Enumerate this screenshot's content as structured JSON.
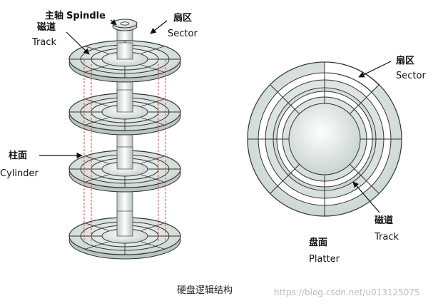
{
  "labels": {
    "spindle_cn": "主轴",
    "spindle_en": "Spindle",
    "track_cn": "磁道",
    "track_en": "Track",
    "sector_cn": "扇区",
    "sector_en": "Sector",
    "cylinder_cn": "柱面",
    "cylinder_en": "Cylinder",
    "platter_cn": "盘面",
    "platter_en": "Platter"
  },
  "caption": "硬盘逻辑结构",
  "watermark": "https://blog.csdn.net/u013125075",
  "colors": {
    "platter_fill": "#dfe8e4",
    "platter_stroke": "#3a3f3d",
    "sector_white": "#ffffff",
    "cylinder_guide": "#e0362c",
    "spindle": "#e6ece9"
  }
}
